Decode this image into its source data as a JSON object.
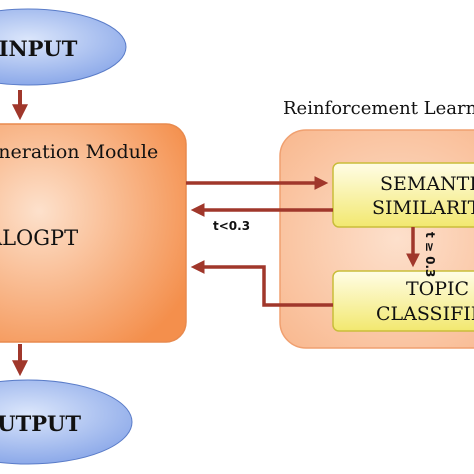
{
  "nodes": {
    "input": {
      "label": "INPUT"
    },
    "output": {
      "label": "OUTPUT"
    },
    "generation_module": {
      "title": "Generation Module",
      "model": "DIALOGPT"
    },
    "rl_group": {
      "title": "Reinforcement Learning"
    },
    "semantic_similarity": {
      "line1": "SEMANTIC",
      "line2": "SIMILARITY"
    },
    "topic_classifier": {
      "line1": "TOPIC",
      "line2": "CLASSIFIER"
    }
  },
  "edges": {
    "threshold_low": "t<0.3",
    "threshold_high": "t ≥ 0.3"
  },
  "colors": {
    "ellipse_fill_light": "#c9d9f7",
    "ellipse_fill_dark": "#7f9fe6",
    "module_fill_light": "#fcd3b6",
    "module_fill_dark": "#f59a5c",
    "rl_fill": "#fbc8a6",
    "box_fill_light": "#fffbd0",
    "box_fill_dark": "#f3ea7c",
    "arrow": "#a0372b"
  }
}
